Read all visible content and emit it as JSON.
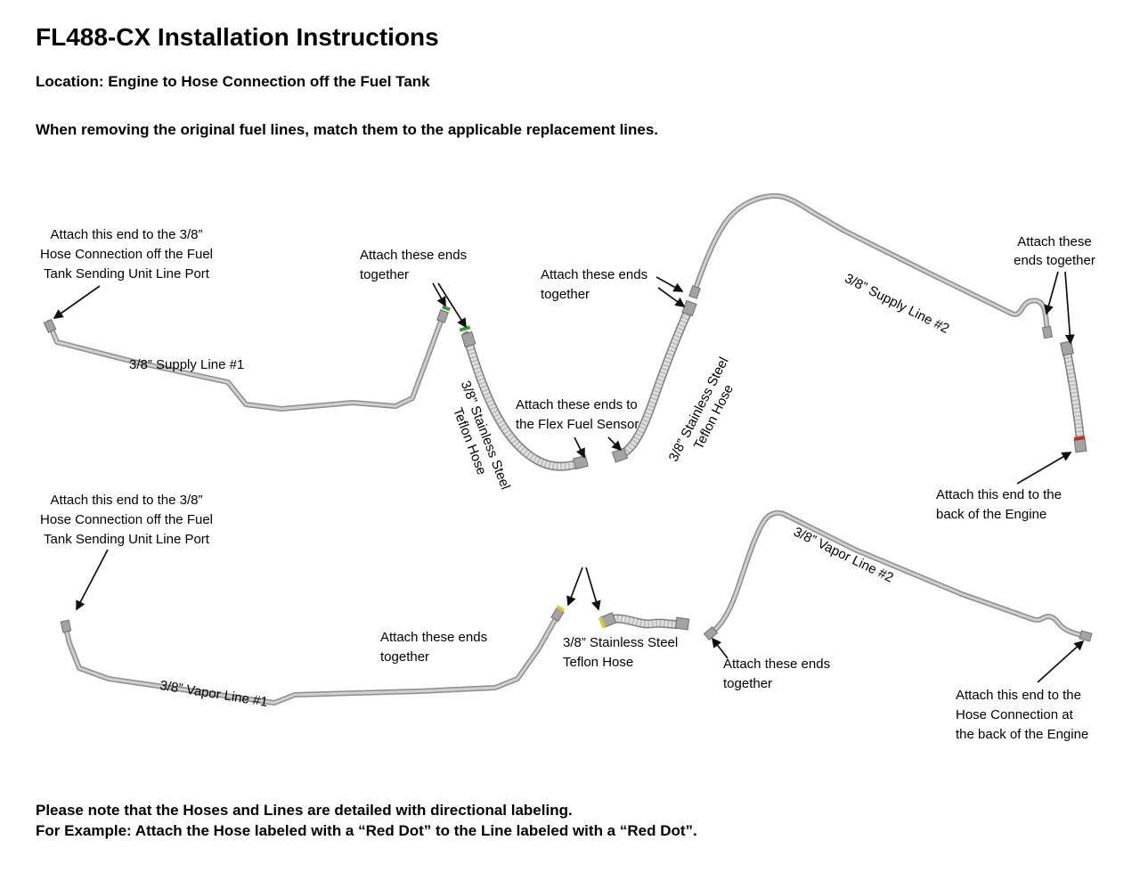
{
  "page": {
    "title": "FL488-CX Installation Instructions",
    "location_line": "Location: Engine to Hose Connection off the Fuel Tank",
    "intro_line": "When removing the original fuel lines, match them to the applicable replacement lines.",
    "footer_line1": "Please note that the Hoses and Lines are detailed with directional labeling.",
    "footer_line2": "For Example: Attach the Hose labeled with a “Red Dot” to the Line labeled with a “Red Dot”."
  },
  "labels": {
    "supply_line_1": "3/8” Supply Line #1",
    "supply_line_2": "3/8” Supply Line #2",
    "vapor_line_1": "3/8” Vapor Line #1",
    "vapor_line_2": "3/8” Vapor Line #2",
    "teflon_hose_upper_left": "3/8” Stainless Steel\nTeflon Hose",
    "teflon_hose_upper_right": "3/8” Stainless Steel\nTeflon Hose",
    "teflon_hose_lower": "3/8” Stainless Steel\nTeflon Hose"
  },
  "annotations": {
    "tank_port_upper": "Attach this end to the 3/8”\nHose Connection off the Fuel\nTank Sending Unit Line Port",
    "ends_together_upper_left": "Attach these ends\ntogether",
    "ends_together_upper_mid": "Attach these ends\ntogether",
    "flex_fuel_sensor": "Attach these ends to\nthe Flex Fuel Sensor",
    "ends_together_upper_right": "Attach these\nends together",
    "engine_back_upper": "Attach this end to the\nback of the Engine",
    "tank_port_lower": "Attach this end to the 3/8”\nHose Connection off the Fuel\nTank Sending Unit Line Port",
    "ends_together_lower_left": "Attach these ends\ntogether",
    "ends_together_lower_right": "Attach these ends\ntogether",
    "engine_hose_lower": "Attach this end to the\nHose Connection at\nthe back of the Engine"
  },
  "colors": {
    "line_fill": "#cfcfcf",
    "line_edge": "#8d8d8d",
    "red_marker": "#b93226",
    "green_marker": "#3f9b3f",
    "yellow_marker": "#d9c63d"
  }
}
